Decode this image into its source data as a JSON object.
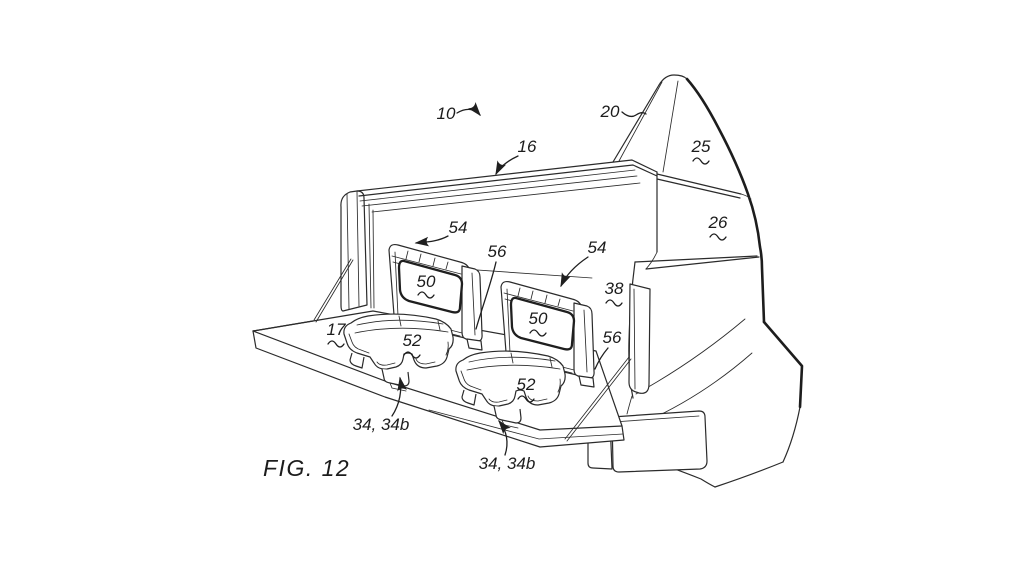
{
  "figure": {
    "caption": "FIG. 12",
    "colors": {
      "background": "#ffffff",
      "line": "#2b2b2b"
    },
    "reference_labels": {
      "vehicle_assembly": "10",
      "bed_rail": "16",
      "tailgate": "17",
      "sail_panel": "20",
      "sail_pillar": "25",
      "bed_side_wall": "26",
      "rear_quarter_panel": "38",
      "seatback_left": "50",
      "seatback_right": "50",
      "seat_cushion_left": "52",
      "seat_cushion_right": "52",
      "seat_frame_left": "54",
      "seat_frame_right": "54",
      "seat_strap_middle": "56",
      "seat_strap_right": "56",
      "seat_base_left": "34, 34b",
      "seat_base_right": "34, 34b"
    }
  }
}
